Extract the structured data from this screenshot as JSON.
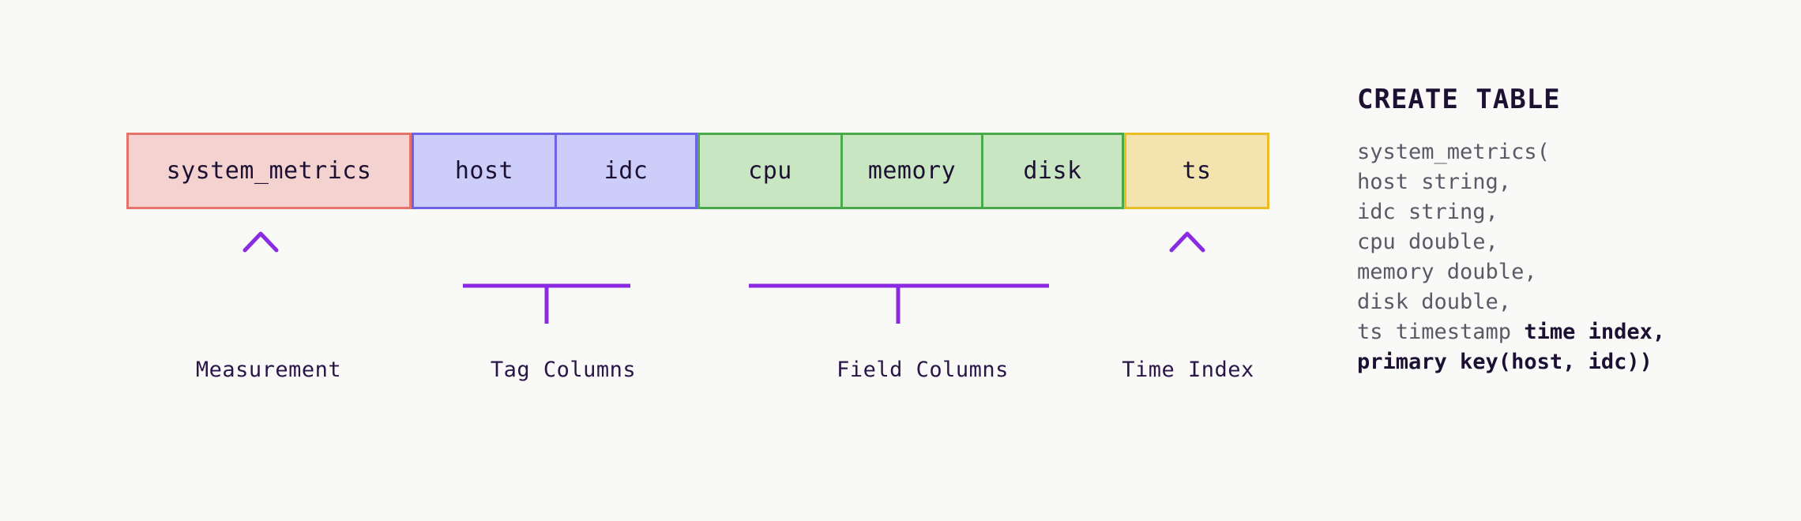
{
  "diagram": {
    "groups": [
      {
        "key": "measurement",
        "kind": "measurement",
        "border_color": "#e5736c",
        "fill_color": "#f4d2cf",
        "cells": [
          "system_metrics"
        ]
      },
      {
        "key": "tag",
        "kind": "tag",
        "border_color": "#6c63e8",
        "fill_color": "#cdcdfa",
        "cells": [
          "host",
          "idc"
        ]
      },
      {
        "key": "field",
        "kind": "field",
        "border_color": "#4aaa4a",
        "fill_color": "#c9e6c3",
        "cells": [
          "cpu",
          "memory",
          "disk"
        ]
      },
      {
        "key": "time",
        "kind": "time_index",
        "border_color": "#eabd25",
        "fill_color": "#f3e3af",
        "cells": [
          "ts"
        ]
      }
    ],
    "captions": {
      "measurement": "Measurement",
      "tag": "Tag Columns",
      "field": "Field Columns",
      "time": "Time Index"
    },
    "connector_color": "#8a2be2",
    "connector_color_light": "#e2c8f7"
  },
  "code": {
    "title": "CREATE TABLE",
    "lines": [
      {
        "plain": "system_metrics(",
        "bold": ""
      },
      {
        "plain": "host string,",
        "bold": ""
      },
      {
        "plain": "idc string,",
        "bold": ""
      },
      {
        "plain": "cpu double,",
        "bold": ""
      },
      {
        "plain": "memory double,",
        "bold": ""
      },
      {
        "plain": "disk double,",
        "bold": ""
      },
      {
        "plain": "ts timestamp ",
        "bold": "time index,"
      },
      {
        "plain": "",
        "bold": "primary key(host, idc))"
      }
    ]
  },
  "colors": {
    "background": "#f9f9f8",
    "text_dark": "#1d1133",
    "text_caption": "#2a1547",
    "code_text": "#5a5a66"
  }
}
